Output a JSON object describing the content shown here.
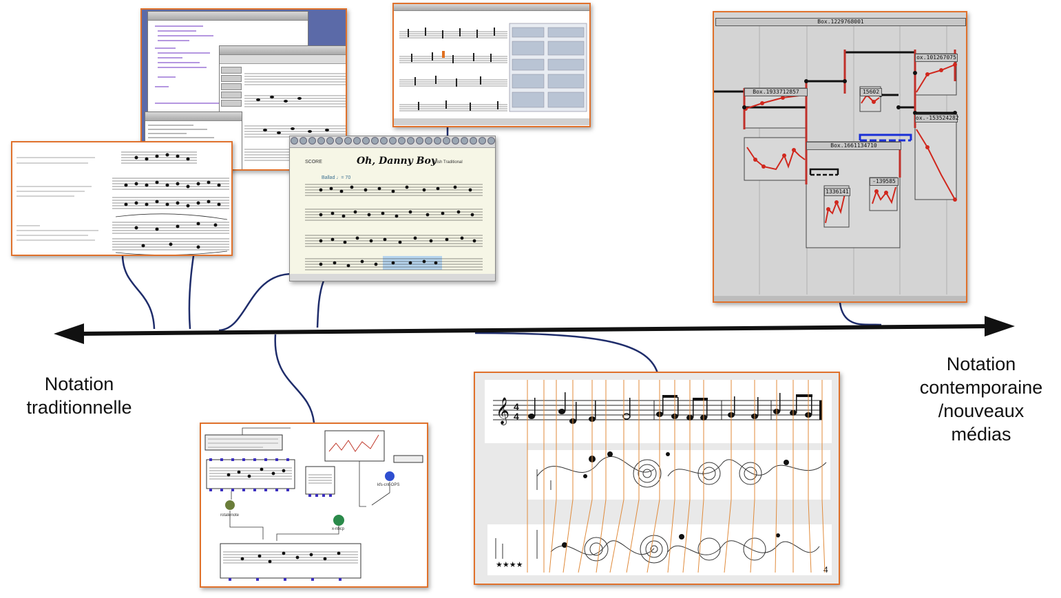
{
  "axis": {
    "left_label": "Notation traditionnelle",
    "right_label": "Notation contemporaine /nouveaux médias"
  },
  "panels": {
    "score_editor": {
      "title": "Oh, Danny Boy",
      "composer": "Irish Traditional",
      "tempo": "Ballad ♩= 70",
      "score_tag": "SCORE"
    },
    "maquette": {
      "top_box": "Box.1229768001",
      "boxes": [
        "Box.1933712857",
        "Box.1661134710",
        "ox.101267075",
        "ox.-153524282",
        "15602",
        "1336141",
        "-139585"
      ]
    },
    "openmusic_patch": {
      "node_label": "rotatenote",
      "node_label_2": "x-nbcp",
      "om_obj": "kfs-cnt-OPS"
    },
    "mixed_score": {
      "time_signature": "4/4",
      "end_number": "4"
    }
  },
  "colors": {
    "panel_border": "#e0712b",
    "connector": "#1f2d6b",
    "axis": "#111111",
    "curve_red": "#d0281e",
    "blue_bar": "#1a2fd6"
  }
}
